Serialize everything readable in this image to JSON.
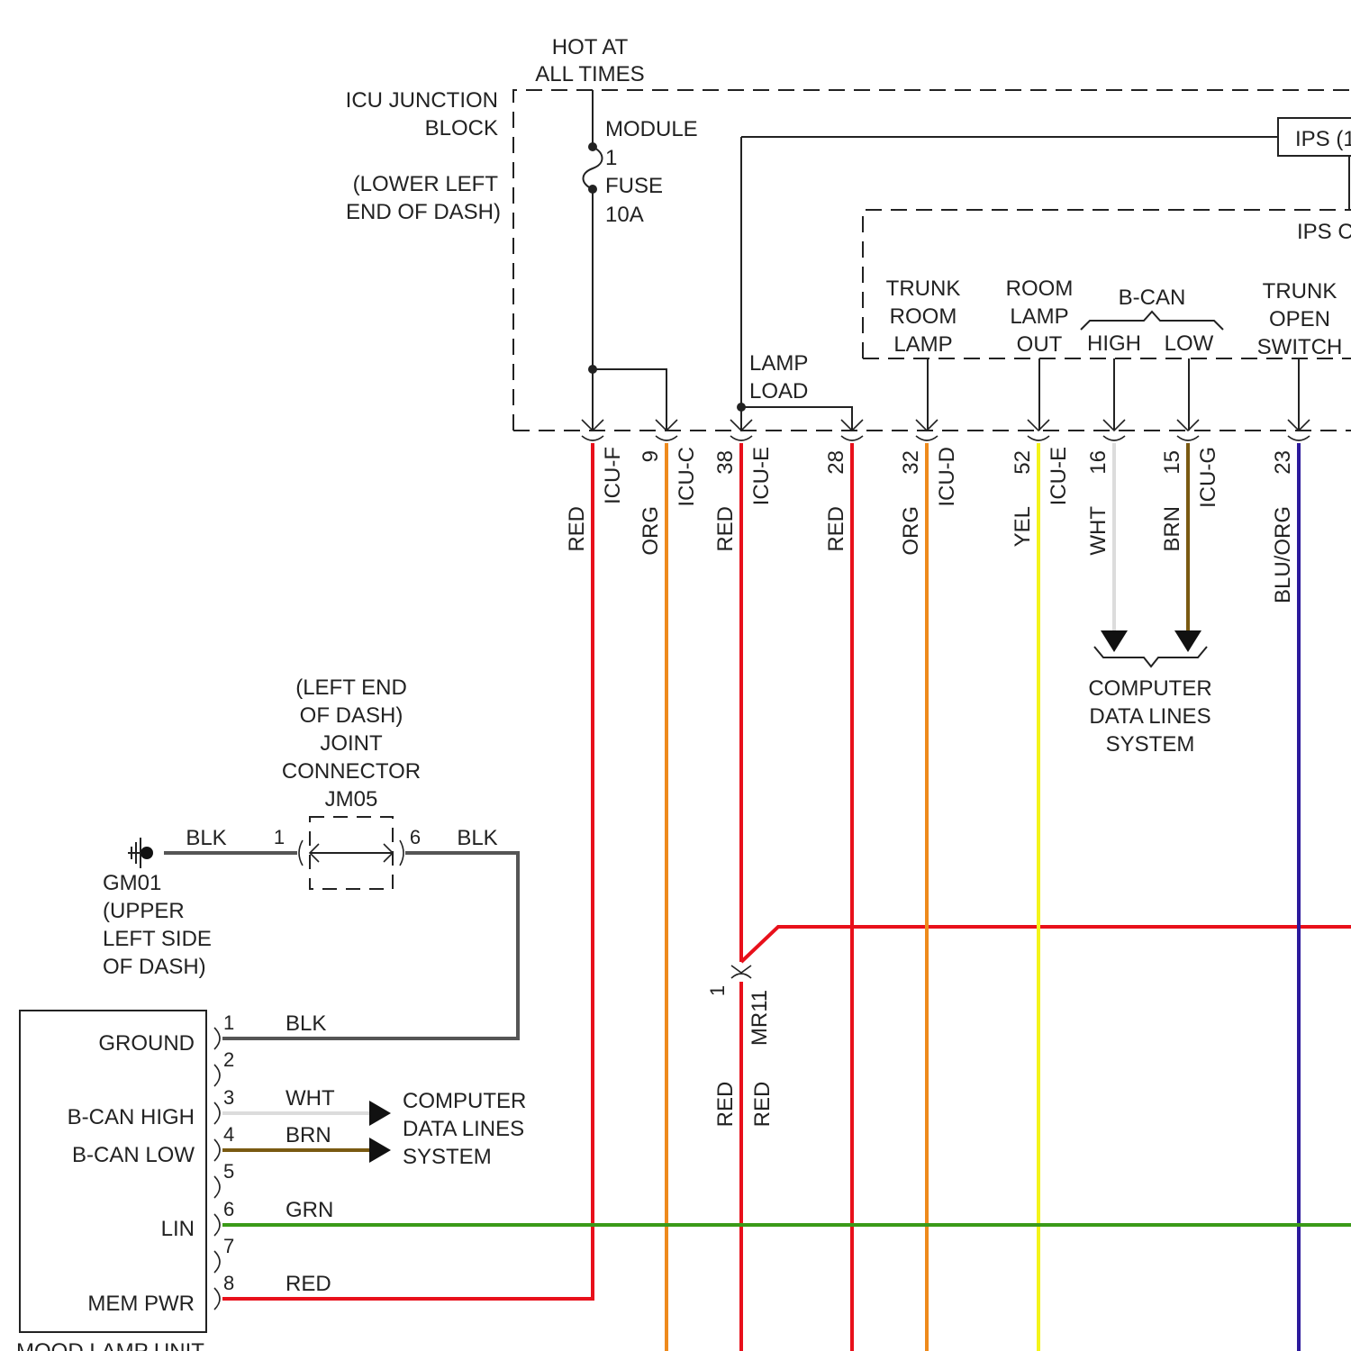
{
  "power": {
    "hot_line1": "HOT AT",
    "hot_line2": "ALL TIMES",
    "fuse_line1": "MODULE",
    "fuse_line2": "1",
    "fuse_line3": "FUSE",
    "fuse_line4": "10A"
  },
  "icu_block": {
    "name_line1": "ICU JUNCTION",
    "name_line2": "BLOCK",
    "loc_line1": "(LOWER LEFT",
    "loc_line2": "END OF DASH)",
    "lamp_load_line1": "LAMP",
    "lamp_load_line2": "LOAD",
    "ips_box": "IPS (1",
    "ips_module": "IPS C"
  },
  "ips_terminals": {
    "trunk_room_lamp": [
      "TRUNK",
      "ROOM",
      "LAMP"
    ],
    "room_lamp_out": [
      "ROOM",
      "LAMP",
      "OUT"
    ],
    "bcan": "B-CAN",
    "bcan_high": "HIGH",
    "bcan_low": "LOW",
    "trunk_open_switch": [
      "TRUNK",
      "OPEN",
      "SWITCH"
    ]
  },
  "icu_pins": [
    {
      "pin": "",
      "connector": "ICU-F",
      "color_label": "RED",
      "wire_color": "#e8101b"
    },
    {
      "pin": "9",
      "connector": "ICU-C",
      "color_label": "ORG",
      "wire_color": "#ee8a1c"
    },
    {
      "pin": "38",
      "connector": "ICU-E",
      "color_label": "RED",
      "wire_color": "#e8101b"
    },
    {
      "pin": "28",
      "connector": "",
      "color_label": "RED",
      "wire_color": "#e8101b"
    },
    {
      "pin": "32",
      "connector": "ICU-D",
      "color_label": "ORG",
      "wire_color": "#ee8a1c"
    },
    {
      "pin": "52",
      "connector": "ICU-E",
      "color_label": "YEL",
      "wire_color": "#f4f41a"
    },
    {
      "pin": "16",
      "connector": "",
      "color_label": "WHT",
      "wire_color": "#dcdcdc"
    },
    {
      "pin": "15",
      "connector": "ICU-G",
      "color_label": "BRN",
      "wire_color": "#7a5a12"
    },
    {
      "pin": "23",
      "connector": "",
      "color_label": "BLU/ORG",
      "wire_color": "#2c1a9c"
    }
  ],
  "data_lines_right": [
    "COMPUTER",
    "DATA LINES",
    "SYSTEM"
  ],
  "joint": {
    "line1": "(LEFT END",
    "line2": "OF DASH)",
    "line3": "JOINT",
    "line4": "CONNECTOR",
    "line5": "JM05",
    "pin_in": "1",
    "pin_out": "6",
    "wire_in": "BLK",
    "wire_out": "BLK"
  },
  "ground": {
    "name": "GM01",
    "loc_line1": "(UPPER",
    "loc_line2": "LEFT SIDE",
    "loc_line3": "OF DASH)"
  },
  "mood_lamp": {
    "title": "MOOD LAMP UNIT",
    "labels": {
      "ground": "GROUND",
      "bcan_high": "B-CAN HIGH",
      "bcan_low": "B-CAN LOW",
      "lin": "LIN",
      "mem_pwr": "MEM PWR"
    },
    "pins": [
      "1",
      "2",
      "3",
      "4",
      "5",
      "6",
      "7",
      "8"
    ],
    "wires": {
      "pin1": "BLK",
      "pin3": "WHT",
      "pin4": "BRN",
      "pin6": "GRN",
      "pin8": "RED"
    }
  },
  "data_lines_left": [
    "COMPUTER",
    "DATA LINES",
    "SYSTEM"
  ],
  "mr11": {
    "connector": "MR11",
    "pin": "1",
    "wire_above": "RED",
    "wire_below": "RED"
  },
  "colors": {
    "red": "#e8101b",
    "orange": "#ee8a1c",
    "yellow": "#f4f41a",
    "white": "#dcdcdc",
    "brown": "#7a5a12",
    "blue_orange": "#2c1a9c",
    "green": "#3a9a18",
    "black": "#555555"
  }
}
